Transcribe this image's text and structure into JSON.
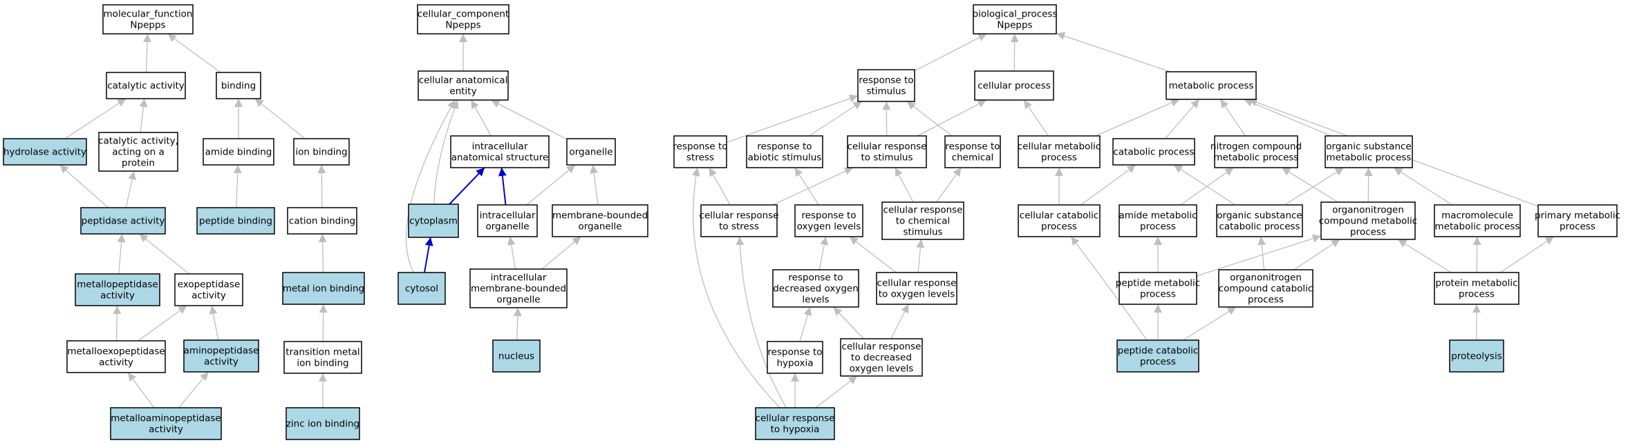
{
  "colors": {
    "highlight": "#add8e6",
    "plain": "#ffffff",
    "edge": "#bebebe",
    "edge_highlight": "#0000cd",
    "border": "#000000"
  },
  "nodes": {
    "mf_root": {
      "lines": [
        "molecular_function",
        "Npepps"
      ],
      "highlight": false
    },
    "catalytic": {
      "lines": [
        "catalytic activity"
      ],
      "highlight": false
    },
    "binding": {
      "lines": [
        "binding"
      ],
      "highlight": false
    },
    "hydrolase": {
      "lines": [
        "hydrolase activity"
      ],
      "highlight": true
    },
    "cat_protein": {
      "lines": [
        "catalytic activity,",
        "acting on a",
        "protein"
      ],
      "highlight": false
    },
    "amide_binding": {
      "lines": [
        "amide binding"
      ],
      "highlight": false
    },
    "ion_binding": {
      "lines": [
        "ion binding"
      ],
      "highlight": false
    },
    "peptidase": {
      "lines": [
        "peptidase activity"
      ],
      "highlight": true
    },
    "peptide_binding": {
      "lines": [
        "peptide binding"
      ],
      "highlight": true
    },
    "cation_binding": {
      "lines": [
        "cation binding"
      ],
      "highlight": false
    },
    "metallopeptidase": {
      "lines": [
        "metallopeptidase",
        "activity"
      ],
      "highlight": true
    },
    "exopeptidase": {
      "lines": [
        "exopeptidase",
        "activity"
      ],
      "highlight": false
    },
    "metal_ion": {
      "lines": [
        "metal ion binding"
      ],
      "highlight": true
    },
    "metalloexo": {
      "lines": [
        "metalloexopeptidase",
        "activity"
      ],
      "highlight": false
    },
    "aminopeptidase": {
      "lines": [
        "aminopeptidase",
        "activity"
      ],
      "highlight": true
    },
    "transition_metal": {
      "lines": [
        "transition metal",
        "ion binding"
      ],
      "highlight": false
    },
    "metalloamino": {
      "lines": [
        "metalloaminopeptidase",
        "activity"
      ],
      "highlight": true
    },
    "zinc": {
      "lines": [
        "zinc ion binding"
      ],
      "highlight": true
    },
    "cc_root": {
      "lines": [
        "cellular_component",
        "Npepps"
      ],
      "highlight": false
    },
    "anat_entity": {
      "lines": [
        "cellular anatomical",
        "entity"
      ],
      "highlight": false
    },
    "intra_anat": {
      "lines": [
        "intracellular",
        "anatomical structure"
      ],
      "highlight": false
    },
    "organelle": {
      "lines": [
        "organelle"
      ],
      "highlight": false
    },
    "cytoplasm": {
      "lines": [
        "cytoplasm"
      ],
      "highlight": true
    },
    "intra_organelle": {
      "lines": [
        "intracellular",
        "organelle"
      ],
      "highlight": false
    },
    "membrane_org": {
      "lines": [
        "membrane-bounded",
        "organelle"
      ],
      "highlight": false
    },
    "cytosol": {
      "lines": [
        "cytosol"
      ],
      "highlight": true
    },
    "intra_membrane_org": {
      "lines": [
        "intracellular",
        "membrane-bounded",
        "organelle"
      ],
      "highlight": false
    },
    "nucleus": {
      "lines": [
        "nucleus"
      ],
      "highlight": true
    },
    "bp_root": {
      "lines": [
        "biological_process",
        "Npepps"
      ],
      "highlight": false
    },
    "resp_stimulus": {
      "lines": [
        "response to",
        "stimulus"
      ],
      "highlight": false
    },
    "cell_process": {
      "lines": [
        "cellular process"
      ],
      "highlight": false
    },
    "metab_process": {
      "lines": [
        "metabolic process"
      ],
      "highlight": false
    },
    "resp_stress": {
      "lines": [
        "response to",
        "stress"
      ],
      "highlight": false
    },
    "resp_abiotic": {
      "lines": [
        "response to",
        "abiotic stimulus"
      ],
      "highlight": false
    },
    "cell_resp_stimulus": {
      "lines": [
        "cellular response",
        "to stimulus"
      ],
      "highlight": false
    },
    "resp_chemical": {
      "lines": [
        "response to",
        "chemical"
      ],
      "highlight": false
    },
    "cell_metab": {
      "lines": [
        "cellular metabolic",
        "process"
      ],
      "highlight": false
    },
    "catab_process": {
      "lines": [
        "catabolic process"
      ],
      "highlight": false
    },
    "nitrogen_metab": {
      "lines": [
        "nitrogen compound",
        "metabolic process"
      ],
      "highlight": false
    },
    "org_sub_metab": {
      "lines": [
        "organic substance",
        "metabolic process"
      ],
      "highlight": false
    },
    "cell_resp_stress": {
      "lines": [
        "cellular response",
        "to stress"
      ],
      "highlight": false
    },
    "resp_oxygen": {
      "lines": [
        "response to",
        "oxygen levels"
      ],
      "highlight": false
    },
    "cell_resp_chem": {
      "lines": [
        "cellular response",
        "to chemical",
        "stimulus"
      ],
      "highlight": false
    },
    "cell_catab": {
      "lines": [
        "cellular catabolic",
        "process"
      ],
      "highlight": false
    },
    "amide_metab": {
      "lines": [
        "amide metabolic",
        "process"
      ],
      "highlight": false
    },
    "org_sub_catab": {
      "lines": [
        "organic substance",
        "catabolic process"
      ],
      "highlight": false
    },
    "organonitrogen_metab": {
      "lines": [
        "organonitrogen",
        "compound metabolic",
        "process"
      ],
      "highlight": false
    },
    "macromolecule_metab": {
      "lines": [
        "macromolecule",
        "metabolic process"
      ],
      "highlight": false
    },
    "primary_metab": {
      "lines": [
        "primary metabolic",
        "process"
      ],
      "highlight": false
    },
    "resp_decr_oxygen": {
      "lines": [
        "response to",
        "decreased oxygen",
        "levels"
      ],
      "highlight": false
    },
    "cell_resp_oxygen": {
      "lines": [
        "cellular response",
        "to oxygen levels"
      ],
      "highlight": false
    },
    "peptide_metab": {
      "lines": [
        "peptide metabolic",
        "process"
      ],
      "highlight": false
    },
    "organonitrogen_catab": {
      "lines": [
        "organonitrogen",
        "compound catabolic",
        "process"
      ],
      "highlight": false
    },
    "protein_metab": {
      "lines": [
        "protein metabolic",
        "process"
      ],
      "highlight": false
    },
    "resp_hypoxia": {
      "lines": [
        "response to",
        "hypoxia"
      ],
      "highlight": false
    },
    "cell_resp_decr_oxygen": {
      "lines": [
        "cellular response",
        "to decreased",
        "oxygen levels"
      ],
      "highlight": false
    },
    "peptide_catab": {
      "lines": [
        "peptide catabolic",
        "process"
      ],
      "highlight": true
    },
    "proteolysis": {
      "lines": [
        "proteolysis"
      ],
      "highlight": true
    },
    "cell_resp_hypoxia": {
      "lines": [
        "cellular response",
        "to hypoxia"
      ],
      "highlight": true
    }
  },
  "edges": [
    [
      "catalytic",
      "mf_root"
    ],
    [
      "binding",
      "mf_root"
    ],
    [
      "hydrolase",
      "catalytic"
    ],
    [
      "cat_protein",
      "catalytic"
    ],
    [
      "amide_binding",
      "binding"
    ],
    [
      "ion_binding",
      "binding"
    ],
    [
      "peptidase",
      "hydrolase"
    ],
    [
      "peptidase",
      "cat_protein"
    ],
    [
      "peptide_binding",
      "amide_binding"
    ],
    [
      "cation_binding",
      "ion_binding"
    ],
    [
      "metallopeptidase",
      "peptidase"
    ],
    [
      "exopeptidase",
      "peptidase"
    ],
    [
      "metal_ion",
      "cation_binding"
    ],
    [
      "metalloexo",
      "metallopeptidase"
    ],
    [
      "metalloexo",
      "exopeptidase"
    ],
    [
      "aminopeptidase",
      "exopeptidase"
    ],
    [
      "transition_metal",
      "metal_ion"
    ],
    [
      "metalloamino",
      "metalloexo"
    ],
    [
      "metalloamino",
      "aminopeptidase"
    ],
    [
      "zinc",
      "transition_metal"
    ],
    [
      "anat_entity",
      "cc_root"
    ],
    [
      "intra_anat",
      "anat_entity"
    ],
    [
      "organelle",
      "anat_entity"
    ],
    [
      "cytoplasm",
      "anat_entity"
    ],
    [
      "cytosol",
      "anat_entity"
    ],
    [
      "cytoplasm",
      "intra_anat",
      "blue"
    ],
    [
      "intra_organelle",
      "intra_anat",
      "blue"
    ],
    [
      "intra_organelle",
      "organelle"
    ],
    [
      "membrane_org",
      "organelle"
    ],
    [
      "cytosol",
      "cytoplasm",
      "blue"
    ],
    [
      "intra_membrane_org",
      "intra_organelle"
    ],
    [
      "intra_membrane_org",
      "membrane_org"
    ],
    [
      "nucleus",
      "intra_membrane_org"
    ],
    [
      "resp_stimulus",
      "bp_root"
    ],
    [
      "cell_process",
      "bp_root"
    ],
    [
      "metab_process",
      "bp_root"
    ],
    [
      "resp_stress",
      "resp_stimulus"
    ],
    [
      "resp_abiotic",
      "resp_stimulus"
    ],
    [
      "cell_resp_stimulus",
      "resp_stimulus"
    ],
    [
      "cell_resp_stimulus",
      "cell_process"
    ],
    [
      "resp_chemical",
      "resp_stimulus"
    ],
    [
      "cell_metab",
      "cell_process"
    ],
    [
      "cell_metab",
      "metab_process"
    ],
    [
      "catab_process",
      "metab_process"
    ],
    [
      "nitrogen_metab",
      "metab_process"
    ],
    [
      "org_sub_metab",
      "metab_process"
    ],
    [
      "primary_metab",
      "metab_process"
    ],
    [
      "cell_resp_stress",
      "resp_stress"
    ],
    [
      "cell_resp_stress",
      "cell_resp_stimulus"
    ],
    [
      "resp_oxygen",
      "resp_abiotic"
    ],
    [
      "cell_resp_chem",
      "cell_resp_stimulus"
    ],
    [
      "cell_resp_chem",
      "resp_chemical"
    ],
    [
      "cell_catab",
      "cell_metab"
    ],
    [
      "cell_catab",
      "catab_process"
    ],
    [
      "amide_metab",
      "nitrogen_metab"
    ],
    [
      "org_sub_catab",
      "catab_process"
    ],
    [
      "org_sub_catab",
      "org_sub_metab"
    ],
    [
      "organonitrogen_metab",
      "nitrogen_metab"
    ],
    [
      "organonitrogen_metab",
      "org_sub_metab"
    ],
    [
      "macromolecule_metab",
      "org_sub_metab"
    ],
    [
      "resp_decr_oxygen",
      "resp_oxygen"
    ],
    [
      "cell_resp_oxygen",
      "resp_oxygen"
    ],
    [
      "cell_resp_oxygen",
      "cell_resp_chem"
    ],
    [
      "peptide_metab",
      "amide_metab"
    ],
    [
      "peptide_metab",
      "organonitrogen_metab"
    ],
    [
      "organonitrogen_catab",
      "org_sub_catab"
    ],
    [
      "organonitrogen_catab",
      "organonitrogen_metab"
    ],
    [
      "protein_metab",
      "organonitrogen_metab"
    ],
    [
      "protein_metab",
      "macromolecule_metab"
    ],
    [
      "protein_metab",
      "primary_metab"
    ],
    [
      "resp_hypoxia",
      "resp_decr_oxygen"
    ],
    [
      "cell_resp_decr_oxygen",
      "resp_decr_oxygen"
    ],
    [
      "cell_resp_decr_oxygen",
      "cell_resp_oxygen"
    ],
    [
      "peptide_catab",
      "cell_catab"
    ],
    [
      "peptide_catab",
      "peptide_metab"
    ],
    [
      "peptide_catab",
      "organonitrogen_catab"
    ],
    [
      "proteolysis",
      "protein_metab"
    ],
    [
      "cell_resp_hypoxia",
      "resp_stress"
    ],
    [
      "cell_resp_hypoxia",
      "cell_resp_stress"
    ],
    [
      "cell_resp_hypoxia",
      "resp_hypoxia"
    ],
    [
      "cell_resp_hypoxia",
      "cell_resp_decr_oxygen"
    ]
  ]
}
